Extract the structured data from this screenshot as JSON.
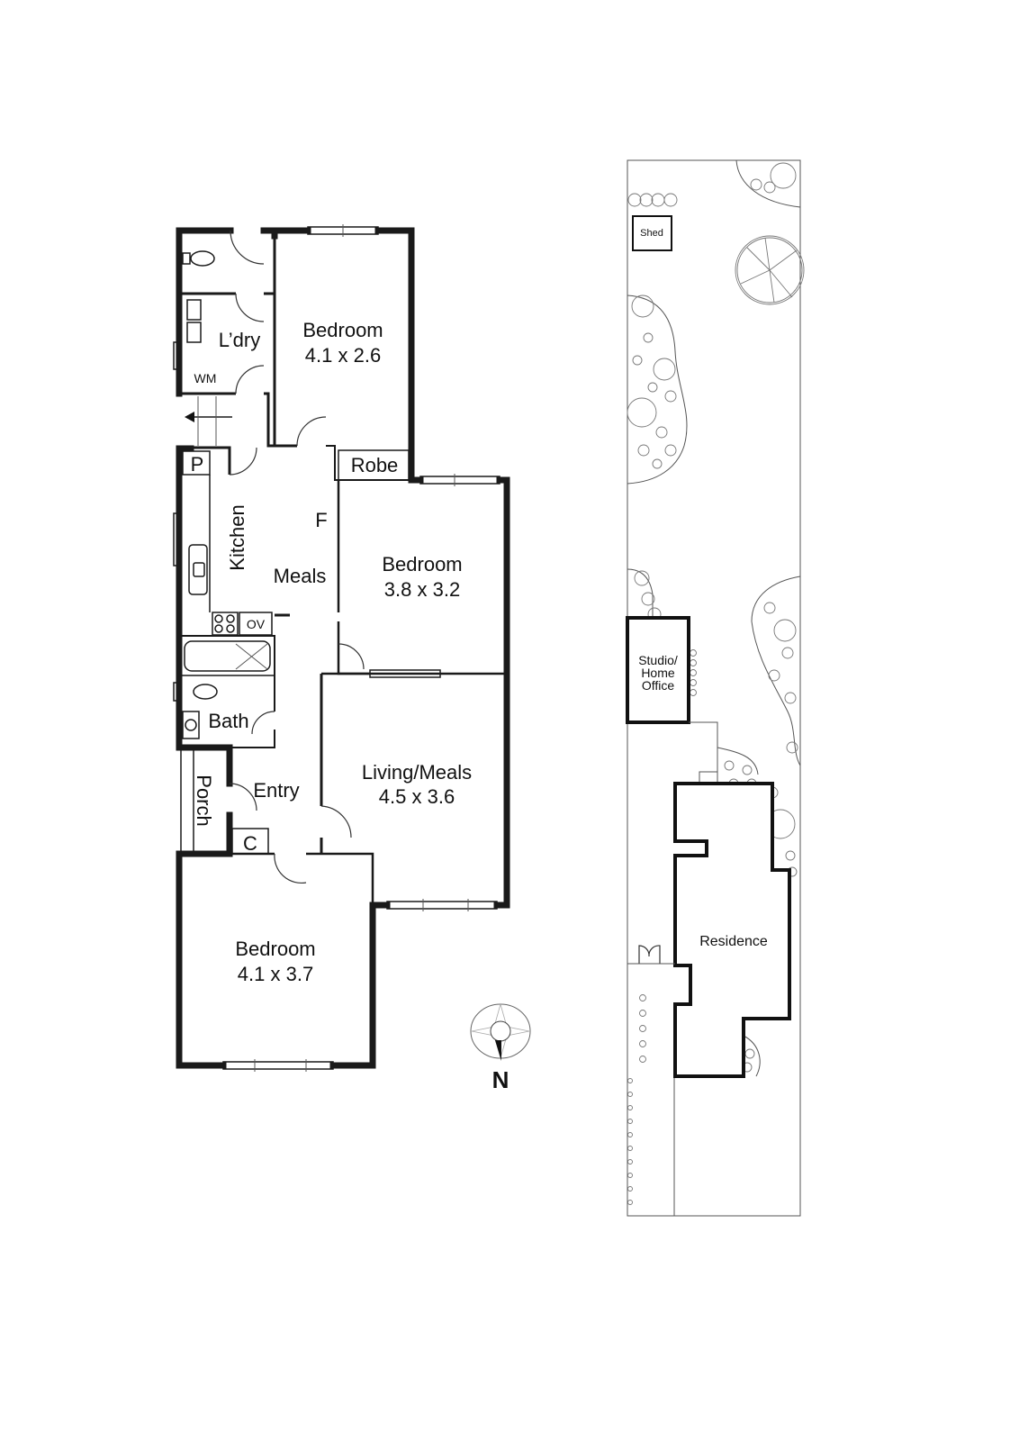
{
  "floorplan": {
    "rooms": [
      {
        "id": "bedroom-1",
        "name": "Bedroom",
        "dims": "4.1 x 2.6"
      },
      {
        "id": "laundry",
        "name": "L’dry"
      },
      {
        "id": "washing-machine",
        "name": "WM"
      },
      {
        "id": "robe",
        "name": "Robe"
      },
      {
        "id": "pantry",
        "name": "P"
      },
      {
        "id": "kitchen",
        "name": "Kitchen"
      },
      {
        "id": "fridge",
        "name": "F"
      },
      {
        "id": "meals",
        "name": "Meals"
      },
      {
        "id": "oven",
        "name": "OV"
      },
      {
        "id": "bedroom-2",
        "name": "Bedroom",
        "dims": "3.8 x 3.2"
      },
      {
        "id": "bath",
        "name": "Bath"
      },
      {
        "id": "porch",
        "name": "Porch"
      },
      {
        "id": "entry",
        "name": "Entry"
      },
      {
        "id": "cupboard",
        "name": "C"
      },
      {
        "id": "living-meals",
        "name": "Living/Meals",
        "dims": "4.5 x 3.6"
      },
      {
        "id": "bedroom-3",
        "name": "Bedroom",
        "dims": "4.1 x 3.7"
      }
    ],
    "compass": {
      "label": "N"
    }
  },
  "siteplan": {
    "buildings": [
      {
        "id": "shed",
        "name": "Shed"
      },
      {
        "id": "studio",
        "name_lines": [
          "Studio/",
          "Home",
          "Office"
        ]
      },
      {
        "id": "residence",
        "name": "Residence"
      }
    ]
  },
  "colors": {
    "wall": "#1a1a1a",
    "background": "#ffffff",
    "landscape": "#777777"
  }
}
